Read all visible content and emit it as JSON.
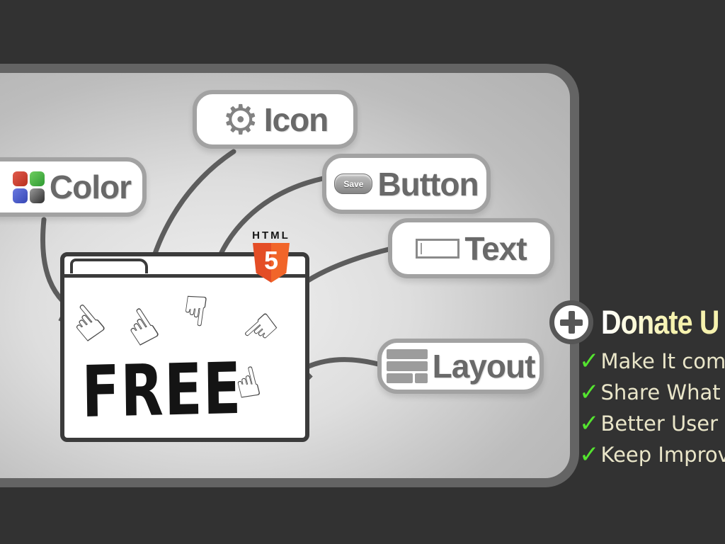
{
  "pills": [
    {
      "id": "color",
      "label": "Color"
    },
    {
      "id": "icon",
      "label": "Icon"
    },
    {
      "id": "button",
      "label": "Button",
      "button_text": "Save"
    },
    {
      "id": "text",
      "label": "Text"
    },
    {
      "id": "layout",
      "label": "Layout"
    }
  ],
  "icons": {
    "gear_glyph": "⚙",
    "hand_up_glyph": "☝",
    "hand_down_glyph": "☟",
    "hand_left_glyph": "☜",
    "check_glyph": "✓"
  },
  "browser_window": {
    "free_text": "FREE"
  },
  "html5_badge": {
    "word": "HTML",
    "number": "5"
  },
  "donate": {
    "title": "Donate U",
    "items": [
      {
        "text": "Make It come tr"
      },
      {
        "text": "Share What we k"
      },
      {
        "text": "Better User Exper"
      },
      {
        "text": "Keep Improve"
      }
    ]
  },
  "colors": {
    "background": "#323232",
    "panel_border": "#646464",
    "panel_fill": "#c9c9c9",
    "arrow": "#5d5d5d",
    "label_text": "#696969",
    "donate_title": "#f4f0b0",
    "list_text": "#eae6c9",
    "check_green": "#54e42f",
    "html5_orange": "#f16529"
  }
}
